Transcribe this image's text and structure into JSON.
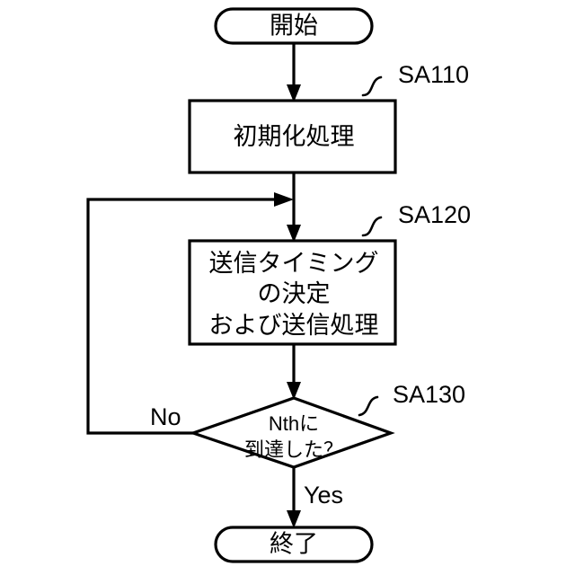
{
  "diagram": {
    "title_text": "",
    "colors": {
      "stroke": "#000000",
      "fill": "#ffffff",
      "background": "#ffffff"
    },
    "nodes": {
      "start": {
        "label": "開始",
        "shape": "terminator"
      },
      "process_init": {
        "label": "初期化処理",
        "shape": "process",
        "ref": "SA110"
      },
      "process_transmit": {
        "line1": "送信タイミング",
        "line2": "の決定",
        "line3": "および送信処理",
        "shape": "process",
        "ref": "SA120"
      },
      "decision": {
        "line1": "Nthに",
        "line2": "到達した？",
        "shape": "decision",
        "ref": "SA130"
      },
      "end": {
        "label": "終了",
        "shape": "terminator"
      }
    },
    "branches": {
      "no_label": "No",
      "yes_label": "Yes"
    },
    "refs": {
      "sa110": "SA110",
      "sa120": "SA120",
      "sa130": "SA130"
    }
  }
}
